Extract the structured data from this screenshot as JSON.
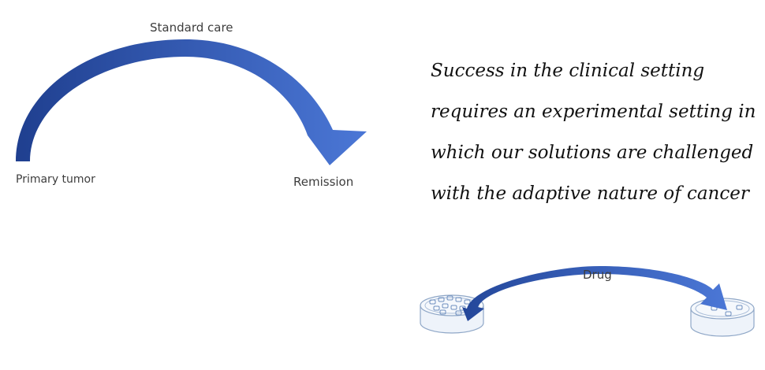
{
  "top_diagram": {
    "arc_label": "Standard care",
    "start_label": "Primary tumor",
    "end_label": "Remission"
  },
  "quote": {
    "lines": [
      "Success in the clinical setting",
      "requires an experimental setting in",
      "which our solutions are challenged",
      "with the adaptive nature of cancer"
    ]
  },
  "bottom_diagram": {
    "arc_label": "Drug"
  },
  "colors": {
    "arrow_dark": "#1f3f8f",
    "arrow_light": "#4b77d6",
    "dish_stroke": "#8fa7c7",
    "dish_fill": "#eef3fa",
    "text": "#3d3d3d"
  }
}
